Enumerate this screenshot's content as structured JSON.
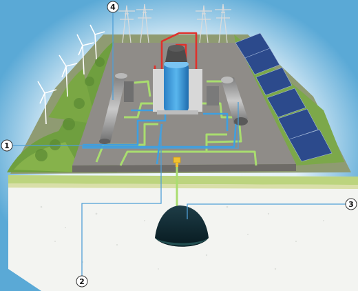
{
  "callouts": [
    {
      "number": "1"
    },
    {
      "number": "2"
    },
    {
      "number": "3"
    },
    {
      "number": "4"
    }
  ],
  "colors": {
    "sky_outer": "#5aa9d6",
    "sky_inner": "#eef7fc",
    "ground_top": "#d9dfa8",
    "ground_grass": "#9cc56a",
    "soil": "#f3f4f1",
    "plant_floor": "#8f8c88",
    "pipe_cold": "#3f9fe0",
    "pipe_hot": "#e0312b",
    "pipe_green": "#a9dd6f",
    "reservoir": "#0d2730",
    "solar_panel": "#2c4a8c",
    "leader_line": "#4f9fd6"
  }
}
